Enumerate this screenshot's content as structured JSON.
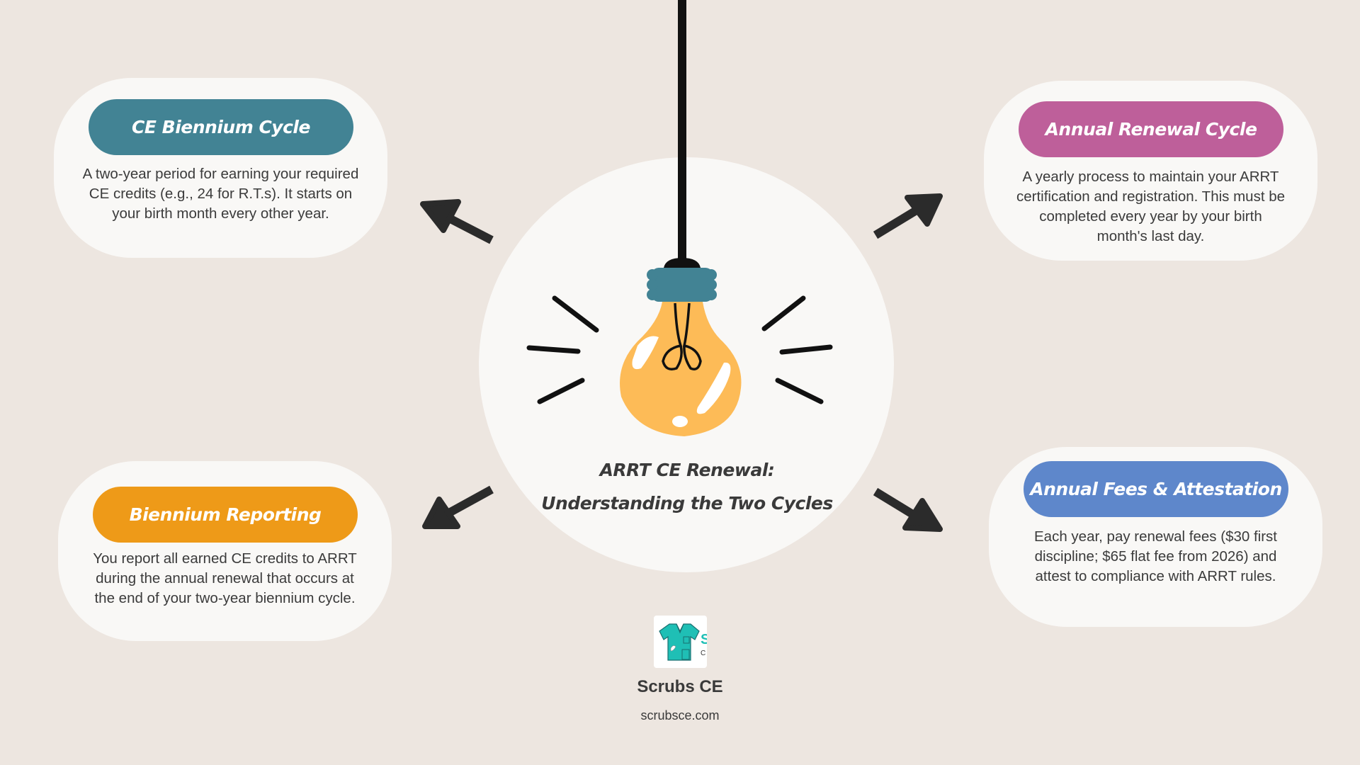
{
  "title": {
    "line1": "ARRT CE Renewal:",
    "line2": "Understanding the Two Cycles"
  },
  "cards": [
    {
      "id": "ce-biennium-cycle",
      "heading": "CE Biennium Cycle",
      "color": "#428394",
      "text": "A two-year period for earning your required CE credits (e.g., 24 for R.T.s). It starts on your birth month every other year."
    },
    {
      "id": "annual-renewal-cycle",
      "heading": "Annual Renewal Cycle",
      "color": "#be5f9a",
      "text": "A yearly process to maintain your ARRT certification and registration. This must be completed every year by your birth month's last day."
    },
    {
      "id": "biennium-reporting",
      "heading": "Biennium Reporting",
      "color": "#ee9a18",
      "text": "You report all earned CE credits to ARRT during the annual renewal that occurs at the end of your two-year biennium cycle."
    },
    {
      "id": "annual-fees-attestation",
      "heading": "Annual Fees & Attestation",
      "color": "#5e87cb",
      "text": "Each year, pay renewal fees ($30 first discipline; $65 flat fee from 2026) and attest to compliance with ARRT rules."
    }
  ],
  "brand": {
    "name": "Scrubs CE",
    "url": "scrubsce.com",
    "logo_icon": "scrubs-shirt-icon"
  },
  "colors": {
    "background": "#ede6e0",
    "panel": "#f9f8f6",
    "bulb": "#fdbb57",
    "bulb_socket": "#428394",
    "arrow": "#2b2b2b",
    "text": "#3a3a3a"
  }
}
